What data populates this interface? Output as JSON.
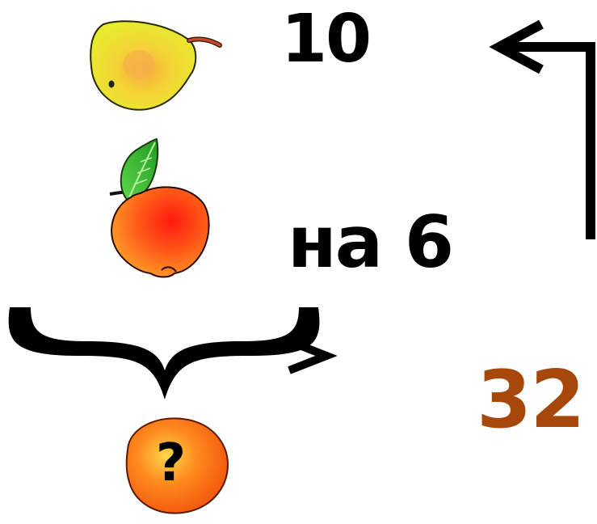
{
  "labels": {
    "pear_value": "10",
    "apple_value": "на 6",
    "result_value": "32",
    "question": "?"
  },
  "colors": {
    "result": "#a6480c",
    "pear_body": "#f0ee2a",
    "pear_center": "#f6b041",
    "apple_body": "#ff7a1a",
    "apple_center": "#ff1d0f",
    "leaf": "#42c22c",
    "question_ball": "#ff7a1a"
  },
  "icons": [
    "pear-icon",
    "apple-icon",
    "leaf-icon",
    "question-ball-icon",
    "curly-brace-icon",
    "arrow-left-icon",
    "greater-than-icon"
  ]
}
